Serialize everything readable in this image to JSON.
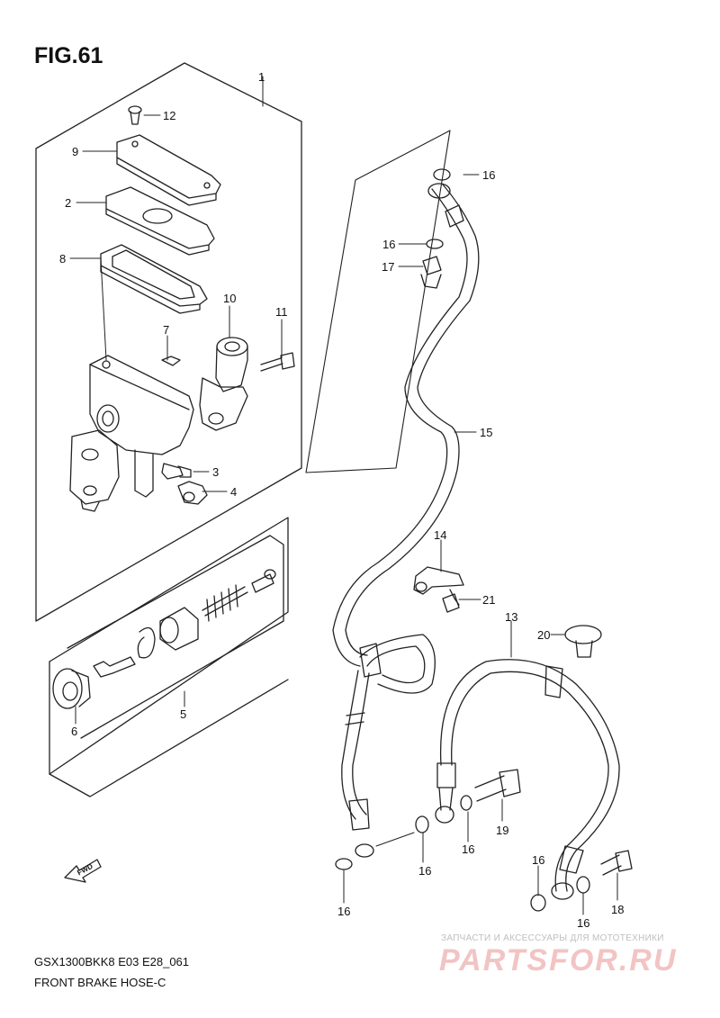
{
  "figure": {
    "title": "FIG.61",
    "model_code": "GSX1300BKK8 E03 E28_061",
    "section_name": "FRONT BRAKE HOSE-C"
  },
  "callouts": [
    "1",
    "2",
    "3",
    "4",
    "5",
    "6",
    "7",
    "8",
    "9",
    "10",
    "11",
    "12",
    "13",
    "14",
    "15",
    "16",
    "17",
    "18",
    "19",
    "20",
    "21"
  ],
  "repeat_labels": {
    "washer": "16"
  },
  "direction_badge": "FWD",
  "watermark": {
    "caption": "ЗАПЧАСТИ И АКСЕССУАРЫ ДЛЯ МОТОТЕХНИКИ",
    "site": "PARTSFOR.RU"
  }
}
